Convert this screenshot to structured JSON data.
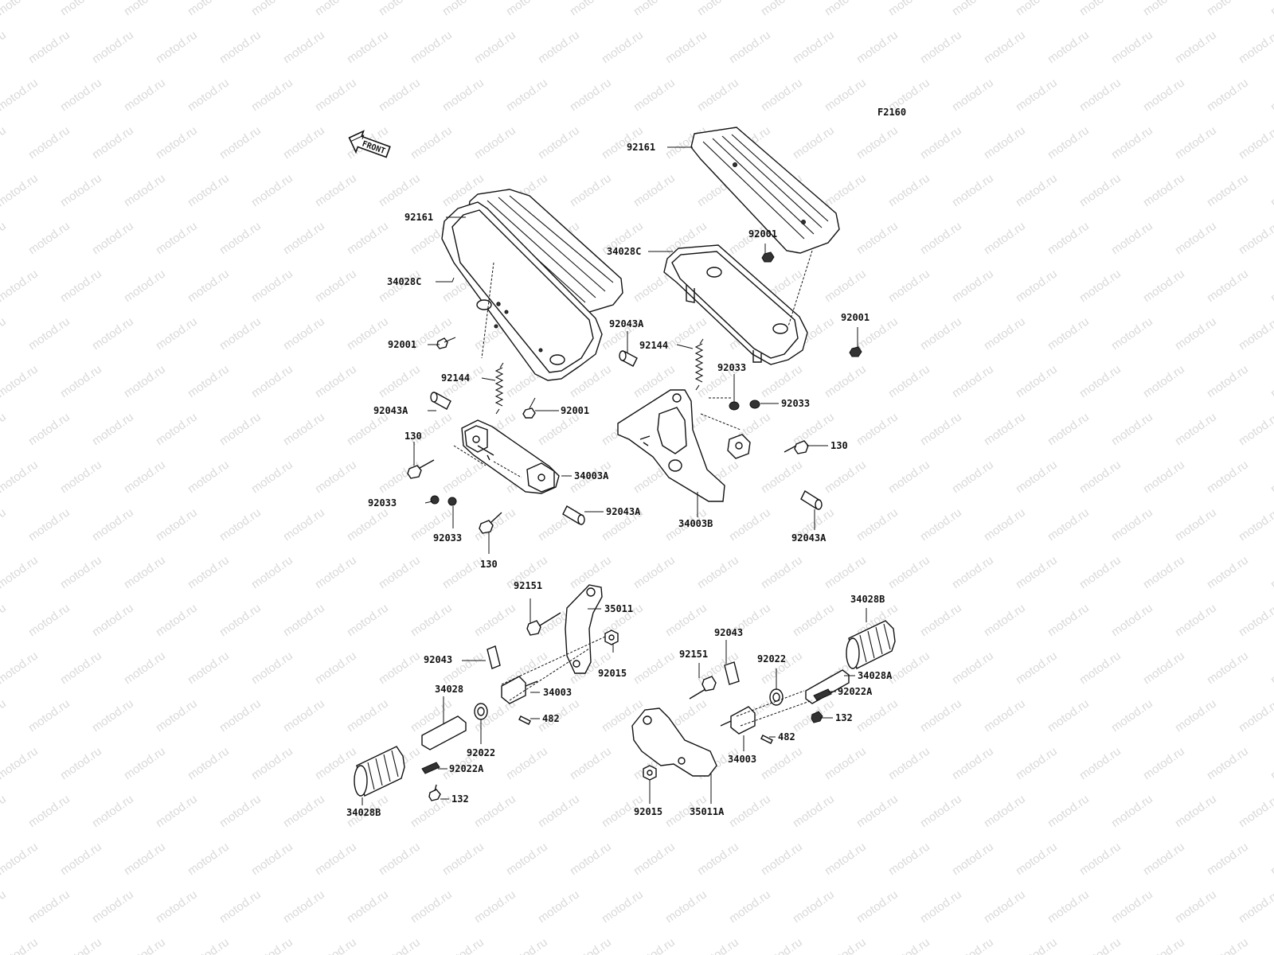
{
  "figure_code": "F2160",
  "front_label": "FRONT",
  "watermark": "motod.ru",
  "labels": {
    "l_92161_r": "92161",
    "l_92161_l": "92161",
    "l_34028c_l": "34028C",
    "l_34028c_r": "34028C",
    "l_92001_rt": "92001",
    "l_92001_rr": "92001",
    "l_92001_l": "92001",
    "l_92001_lb": "92001",
    "l_92043a_r": "92043A",
    "l_92144_r": "92144",
    "l_92144_l": "92144",
    "l_92033_rt": "92033",
    "l_92033_rr": "92033",
    "l_92043a_l": "92043A",
    "l_130_l": "130",
    "l_130_r": "130",
    "l_34003a": "34003A",
    "l_92033_ll": "92033",
    "l_92033_lb": "92033",
    "l_92043a_lb": "92043A",
    "l_130_lb": "130",
    "l_34003b": "34003B",
    "l_92043a_rb": "92043A",
    "l_92151_l": "92151",
    "l_35011": "35011",
    "l_34028b_r": "34028B",
    "l_92043_r": "92043",
    "l_92151_r": "92151",
    "l_92022_r": "92022",
    "l_92043_l": "92043",
    "l_92015_l": "92015",
    "l_34028a": "34028A",
    "l_34028": "34028",
    "l_34003_l": "34003",
    "l_92022a_r": "92022A",
    "l_482_l": "482",
    "l_132_r": "132",
    "l_92022_l": "92022",
    "l_482_r": "482",
    "l_92022a_l": "92022A",
    "l_34003_r": "34003",
    "l_132_l": "132",
    "l_34028b_l": "34028B",
    "l_92015_r": "92015",
    "l_35011a": "35011A"
  }
}
